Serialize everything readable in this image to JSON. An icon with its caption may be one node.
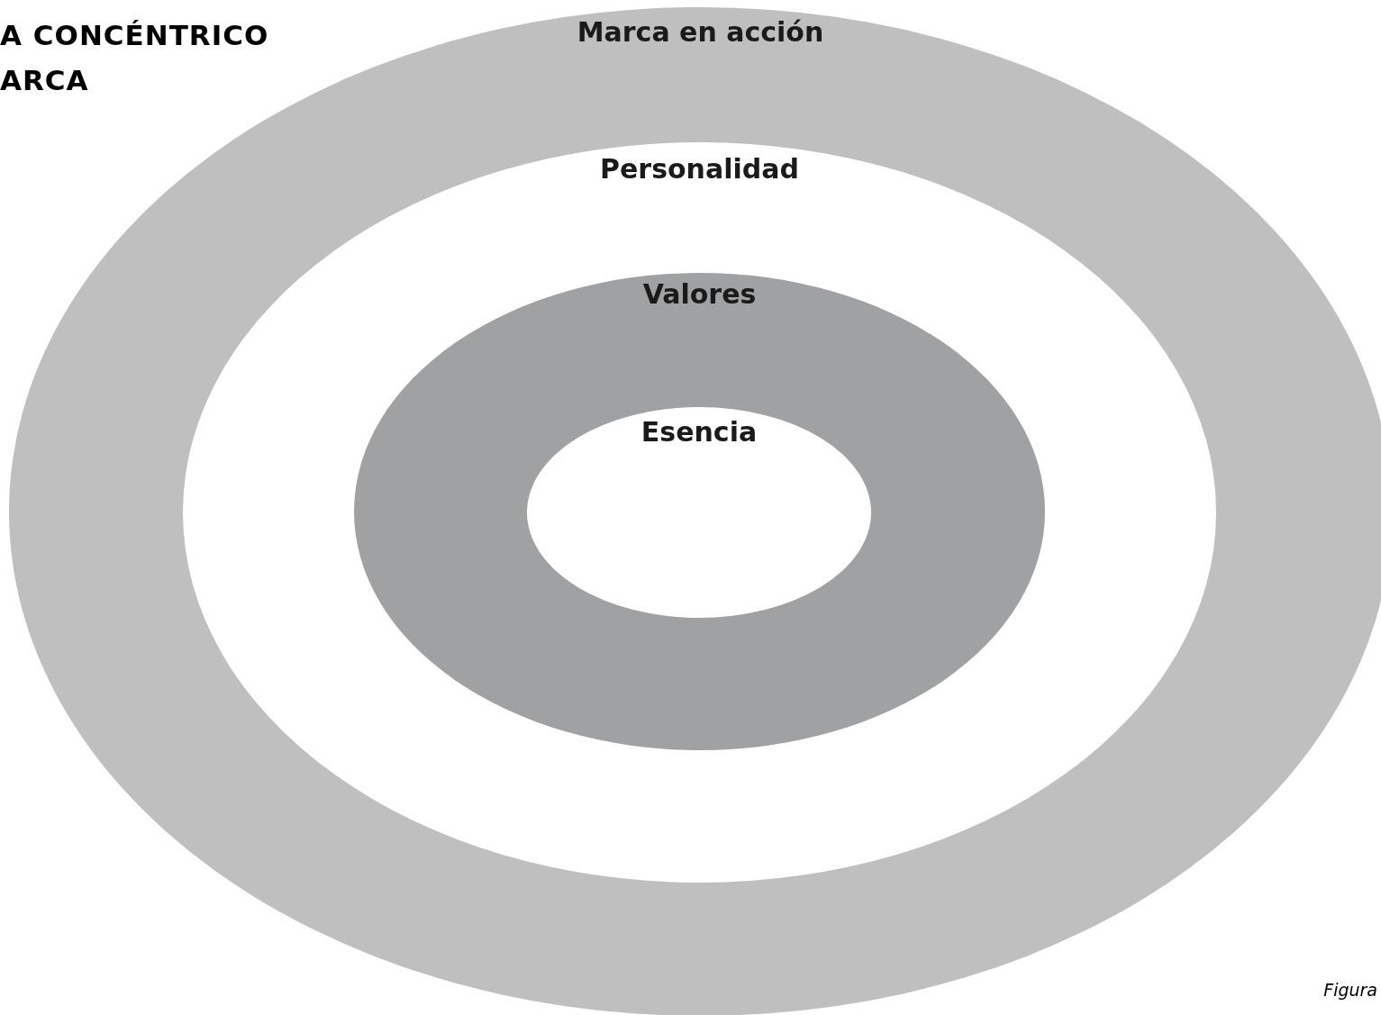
{
  "diagram": {
    "title": "A CONCÉNTRICO ARCA",
    "caption": "Figura",
    "nodes": [
      {
        "text": [
          "Marca en acción"
        ]
      },
      {
        "text": [
          "Personalidad"
        ],
        "in": 0
      },
      {
        "text": [
          "Valores"
        ],
        "in": 1
      },
      {
        "text": [
          "Esencia"
        ],
        "in": 2
      }
    ],
    "edges": []
  }
}
